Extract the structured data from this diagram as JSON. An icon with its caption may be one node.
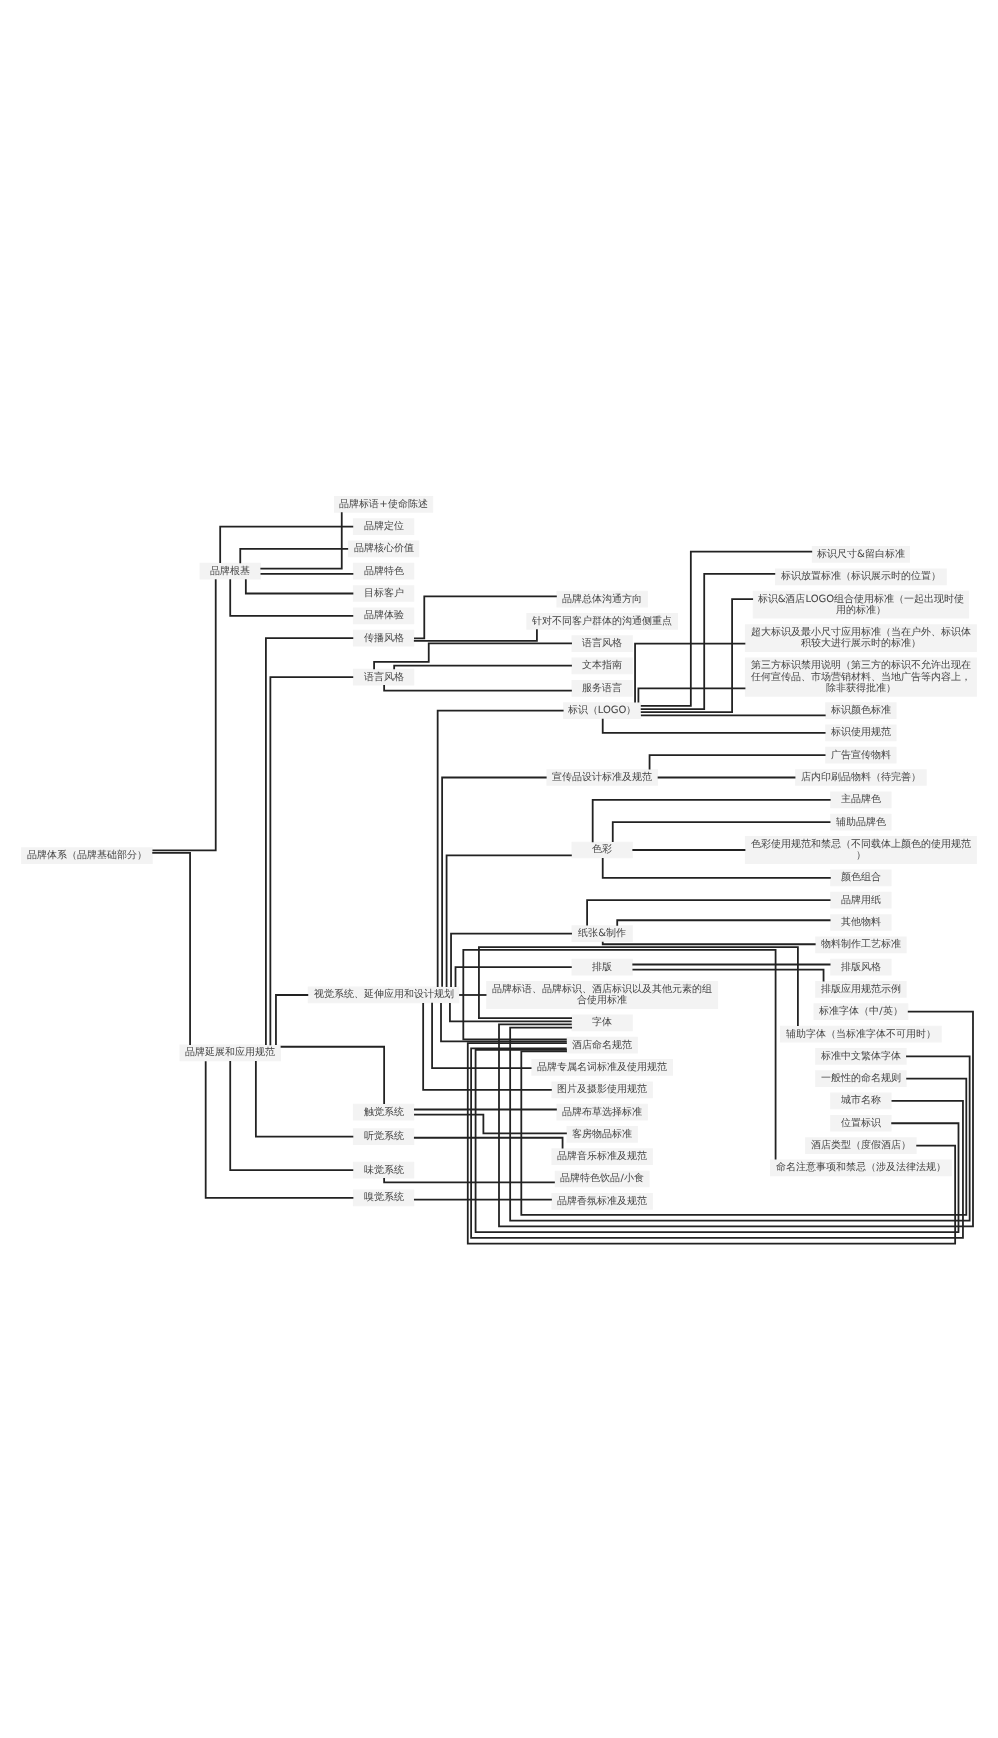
{
  "diagram": {
    "nodes": [
      {
        "text": [
          "品牌体系（品牌基础部分）"
        ]
      },
      {
        "text": [
          "品牌根基"
        ]
      },
      {
        "text": [
          "品牌标语+使命陈述"
        ]
      },
      {
        "text": [
          "品牌定位"
        ]
      },
      {
        "text": [
          "品牌核心价值"
        ]
      },
      {
        "text": [
          "品牌特色"
        ]
      },
      {
        "text": [
          "目标客户"
        ]
      },
      {
        "text": [
          "品牌体验"
        ]
      },
      {
        "text": [
          "品牌延展和应用规范"
        ]
      },
      {
        "text": [
          "传播风格"
        ]
      },
      {
        "text": [
          "品牌总体沟通方向"
        ]
      },
      {
        "text": [
          "针对不同客户群体的沟通侧重点"
        ]
      },
      {
        "text": [
          "语言风格"
        ]
      },
      {
        "text": [
          "语言风格"
        ]
      },
      {
        "text": [
          "文本指南"
        ]
      },
      {
        "text": [
          "服务语言"
        ]
      },
      {
        "text": [
          "视觉系统、延伸应用和设计规划"
        ]
      },
      {
        "text": [
          "标识（LOGO）"
        ]
      },
      {
        "text": [
          "标识尺寸&留白标准"
        ]
      },
      {
        "text": [
          "标识放置标准（标识展示时的位置）"
        ]
      },
      {
        "text": [
          "标识&酒店LOGO组合使用标准（一起出现时使用的标准）"
        ]
      },
      {
        "text": [
          "超大标识及最小尺寸应用标准（当在户外、标识体积较大进行展示时的标准）"
        ]
      },
      {
        "text": [
          "第三方标识禁用说明（第三方的标识不允许出现在任何宣传品、市场营销材料、当地广告等内容上，除非获得批准）"
        ]
      },
      {
        "text": [
          "标识颜色标准"
        ]
      },
      {
        "text": [
          "标识使用规范"
        ]
      },
      {
        "text": [
          "宣传品设计标准及规范"
        ]
      },
      {
        "text": [
          "广告宣传物料"
        ]
      },
      {
        "text": [
          "店内印刷品物料（待完善）"
        ]
      },
      {
        "text": [
          "色彩"
        ]
      },
      {
        "text": [
          "主品牌色"
        ]
      },
      {
        "text": [
          "辅助品牌色"
        ]
      },
      {
        "text": [
          "色彩使用规范和禁忌（不同载体上颜色的使用规范）"
        ]
      },
      {
        "text": [
          "颜色组合"
        ]
      },
      {
        "text": [
          "纸张&制作"
        ]
      },
      {
        "text": [
          "品牌用纸"
        ]
      },
      {
        "text": [
          "其他物料"
        ]
      },
      {
        "text": [
          "物料制作工艺标准"
        ]
      },
      {
        "text": [
          "排版"
        ]
      },
      {
        "text": [
          "排版风格"
        ]
      },
      {
        "text": [
          "排版应用规范示例"
        ]
      },
      {
        "text": [
          "品牌标语、品牌标识、酒店标识以及其他元素的组合使用标准"
        ]
      },
      {
        "text": [
          "字体"
        ]
      },
      {
        "text": [
          "标准字体（中/英）"
        ]
      },
      {
        "text": [
          "辅助字体（当标准字体不可用时）"
        ]
      },
      {
        "text": [
          "标准中文繁体字体"
        ]
      },
      {
        "text": [
          "酒店命名规范"
        ]
      },
      {
        "text": [
          "一般性的命名规则"
        ]
      },
      {
        "text": [
          "城市名称"
        ]
      },
      {
        "text": [
          "位置标识"
        ]
      },
      {
        "text": [
          "酒店类型（度假酒店）"
        ]
      },
      {
        "text": [
          "命名注意事项和禁忌（涉及法律法规）"
        ]
      },
      {
        "text": [
          "品牌专属名词标准及使用规范"
        ]
      },
      {
        "text": [
          "图片及摄影使用规范"
        ]
      },
      {
        "text": [
          "触觉系统"
        ]
      },
      {
        "text": [
          "品牌布草选择标准"
        ]
      },
      {
        "text": [
          "客房物品标准"
        ]
      },
      {
        "text": [
          "听觉系统"
        ]
      },
      {
        "text": [
          "品牌音乐标准及规范"
        ]
      },
      {
        "text": [
          "味觉系统"
        ]
      },
      {
        "text": [
          "品牌特色饮品/小食"
        ]
      },
      {
        "text": [
          "嗅觉系统"
        ]
      },
      {
        "text": [
          "品牌香氛标准及规范"
        ]
      }
    ],
    "edges": [
      {
        "from": 0,
        "to": 1,
        "arrow": "none"
      },
      {
        "from": 1,
        "to": 2,
        "arrow": "none"
      },
      {
        "from": 1,
        "to": 3,
        "arrow": "none"
      },
      {
        "from": 1,
        "to": 4,
        "arrow": "none"
      },
      {
        "from": 1,
        "to": 5,
        "arrow": "none"
      },
      {
        "from": 1,
        "to": 6,
        "arrow": "none"
      },
      {
        "from": 1,
        "to": 7,
        "arrow": "none"
      },
      {
        "from": 0,
        "to": 8,
        "arrow": "none"
      },
      {
        "from": 8,
        "to": 9,
        "arrow": "none"
      },
      {
        "from": 9,
        "to": 10,
        "arrow": "none"
      },
      {
        "from": 9,
        "to": 11,
        "arrow": "none"
      },
      {
        "from": 8,
        "to": 12,
        "arrow": "none"
      },
      {
        "from": 12,
        "to": 13,
        "arrow": "none"
      },
      {
        "from": 12,
        "to": 14,
        "arrow": "none"
      },
      {
        "from": 12,
        "to": 15,
        "arrow": "none"
      },
      {
        "from": 8,
        "to": 16,
        "arrow": "none"
      },
      {
        "from": 16,
        "to": 17,
        "arrow": "none"
      },
      {
        "from": 17,
        "to": 18,
        "arrow": "none"
      },
      {
        "from": 17,
        "to": 19,
        "arrow": "none"
      },
      {
        "from": 17,
        "to": 20,
        "arrow": "none"
      },
      {
        "from": 17,
        "to": 21,
        "arrow": "none"
      },
      {
        "from": 17,
        "to": 22,
        "arrow": "none"
      },
      {
        "from": 17,
        "to": 23,
        "arrow": "none"
      },
      {
        "from": 17,
        "to": 24,
        "arrow": "none"
      },
      {
        "from": 16,
        "to": 25,
        "arrow": "none"
      },
      {
        "from": 25,
        "to": 26,
        "arrow": "none"
      },
      {
        "from": 25,
        "to": 27,
        "arrow": "none"
      },
      {
        "from": 16,
        "to": 28,
        "arrow": "none"
      },
      {
        "from": 28,
        "to": 29,
        "arrow": "none"
      },
      {
        "from": 28,
        "to": 30,
        "arrow": "none"
      },
      {
        "from": 28,
        "to": 31,
        "arrow": "none"
      },
      {
        "from": 28,
        "to": 32,
        "arrow": "none"
      },
      {
        "from": 16,
        "to": 33,
        "arrow": "none"
      },
      {
        "from": 33,
        "to": 34,
        "arrow": "none"
      },
      {
        "from": 33,
        "to": 35,
        "arrow": "none"
      },
      {
        "from": 33,
        "to": 36,
        "arrow": "none"
      },
      {
        "from": 16,
        "to": 37,
        "arrow": "none"
      },
      {
        "from": 37,
        "to": 38,
        "arrow": "none"
      },
      {
        "from": 37,
        "to": 39,
        "arrow": "none"
      },
      {
        "from": 16,
        "to": 40,
        "arrow": "none"
      },
      {
        "from": 16,
        "to": 41,
        "arrow": "none"
      },
      {
        "from": 41,
        "to": 42,
        "arrow": "none"
      },
      {
        "from": 41,
        "to": 43,
        "arrow": "none"
      },
      {
        "from": 41,
        "to": 44,
        "arrow": "none"
      },
      {
        "from": 16,
        "to": 45,
        "arrow": "none"
      },
      {
        "from": 45,
        "to": 46,
        "arrow": "none"
      },
      {
        "from": 45,
        "to": 47,
        "arrow": "none"
      },
      {
        "from": 45,
        "to": 48,
        "arrow": "none"
      },
      {
        "from": 45,
        "to": 49,
        "arrow": "none"
      },
      {
        "from": 45,
        "to": 50,
        "arrow": "none"
      },
      {
        "from": 16,
        "to": 51,
        "arrow": "none"
      },
      {
        "from": 16,
        "to": 52,
        "arrow": "none"
      },
      {
        "from": 8,
        "to": 53,
        "arrow": "none"
      },
      {
        "from": 53,
        "to": 54,
        "arrow": "none"
      },
      {
        "from": 53,
        "to": 55,
        "arrow": "none"
      },
      {
        "from": 8,
        "to": 56,
        "arrow": "none"
      },
      {
        "from": 56,
        "to": 57,
        "arrow": "none"
      },
      {
        "from": 8,
        "to": 58,
        "arrow": "none"
      },
      {
        "from": 58,
        "to": 59,
        "arrow": "none"
      },
      {
        "from": 8,
        "to": 60,
        "arrow": "none"
      },
      {
        "from": 60,
        "to": 61,
        "arrow": "none"
      }
    ]
  }
}
